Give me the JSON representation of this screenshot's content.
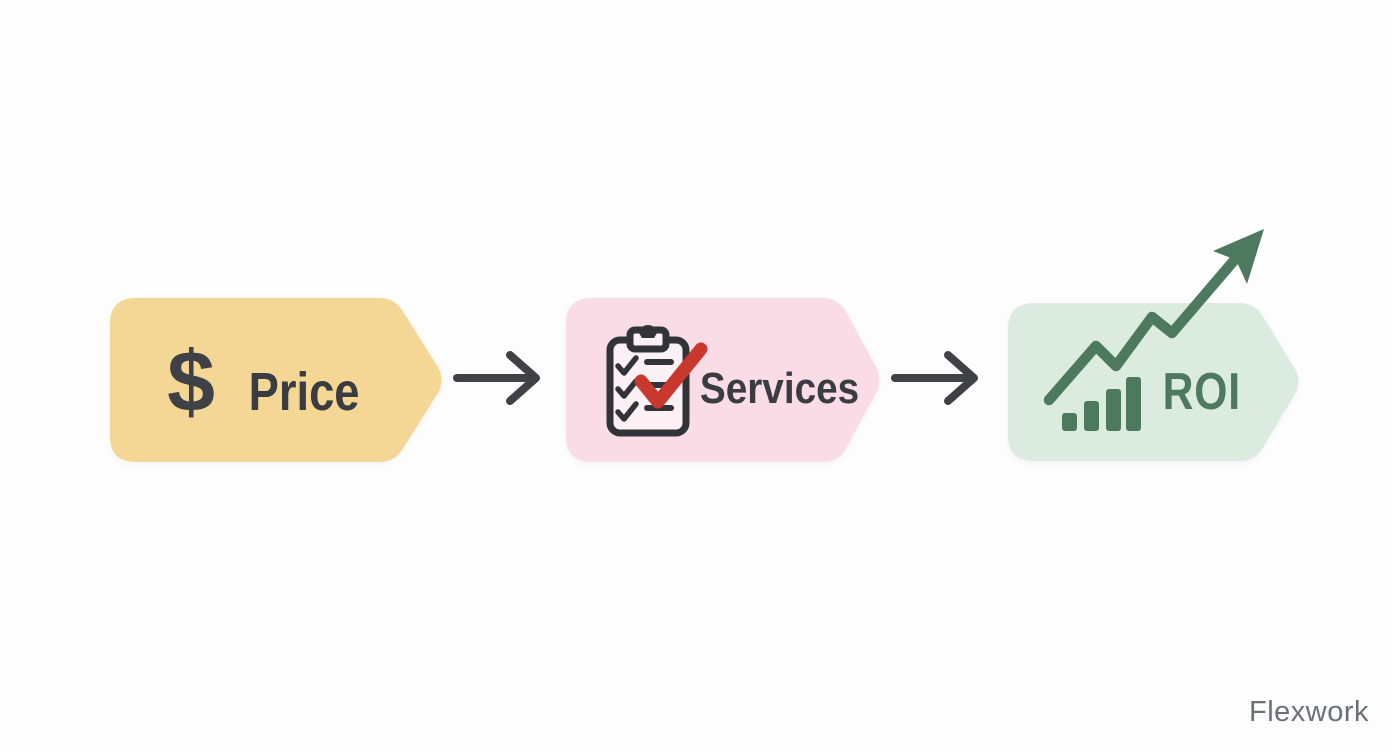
{
  "page": {
    "background": "#fdfdfd",
    "watermark": "Flexwork"
  },
  "diagram": {
    "type": "flow-diagram",
    "direction": "left-to-right",
    "flow_summary": "Price -> Services -> ROI",
    "steps": [
      {
        "label": "Price",
        "glyph": "$",
        "icon": "dollar-sign-icon",
        "shape": "right-pointing-tag",
        "fill": "#f5d795",
        "label_color": "#3b3c42"
      },
      {
        "label": "Services",
        "icon": "checklist-clipboard-icon",
        "shape": "right-pointing-tag",
        "fill": "#f9dce6",
        "label_color": "#3b3c42",
        "icon_colors": {
          "outline": "#323338",
          "paper": "#fbf0f4",
          "red_check": "#c9382f"
        }
      },
      {
        "label": "ROI",
        "icon": "rising-chart-arrow-icon",
        "shape": "right-pointing-tag",
        "fill": "#dcebdf",
        "label_color": "#4d7a5e",
        "icon_colors": {
          "chart": "#4d7a5e"
        }
      }
    ],
    "connectors": [
      {
        "from": "Price",
        "to": "Services",
        "style": "right-arrow",
        "color": "#3f4146"
      },
      {
        "from": "Services",
        "to": "ROI",
        "style": "right-arrow",
        "color": "#3f4146"
      }
    ]
  }
}
